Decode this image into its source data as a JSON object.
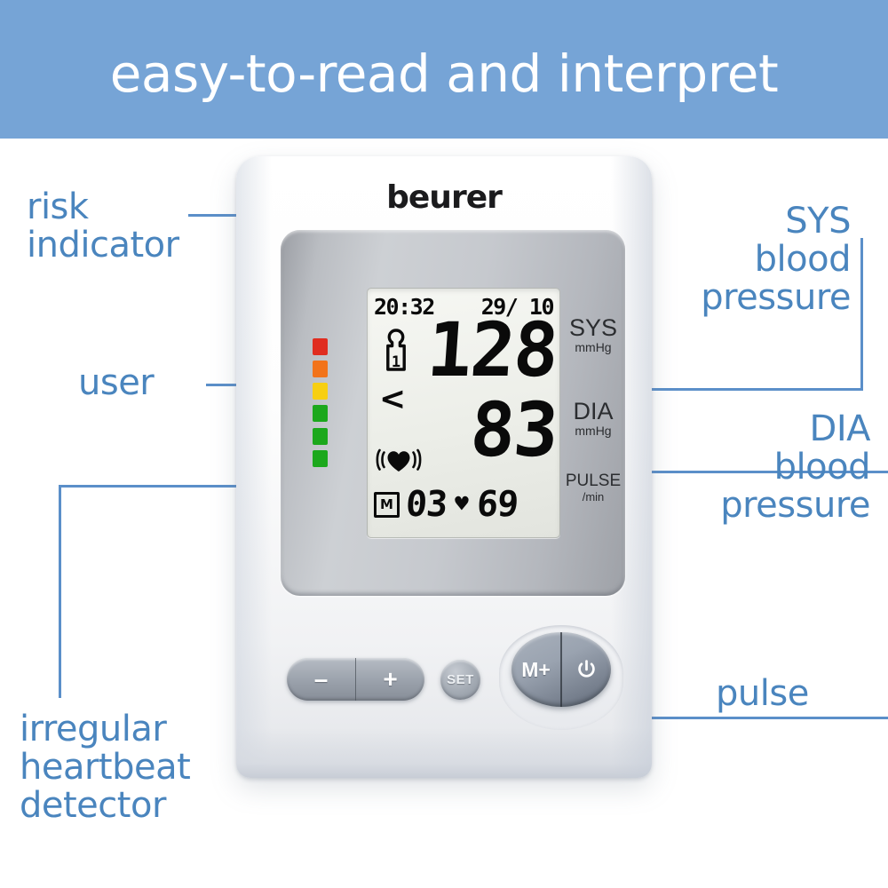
{
  "banner": {
    "headline": "easy-to-read and interpret",
    "background_color": "#76a4d6",
    "text_color": "#ffffff"
  },
  "accent_color": "#4a85be",
  "connector_color": "#5b8fc9",
  "annotations": {
    "risk_indicator": "risk\nindicator",
    "user": "user",
    "irregular_heartbeat": "irregular\nheartbeat\ndetector",
    "sys": "SYS\nblood\npressure",
    "dia": "DIA\nblood\npressure",
    "pulse": "pulse"
  },
  "device": {
    "brand": "beurer",
    "risk_indicator": {
      "segments": [
        {
          "name": "red",
          "color": "#e02d20"
        },
        {
          "name": "orange",
          "color": "#f2731a"
        },
        {
          "name": "yellow",
          "color": "#f7cf12"
        },
        {
          "name": "green1",
          "color": "#1ca81c"
        },
        {
          "name": "green2",
          "color": "#1ca81c"
        },
        {
          "name": "green3",
          "color": "#1ca81c"
        }
      ]
    },
    "lcd": {
      "time": "20:32",
      "date": "29/ 10",
      "sys_value": "128",
      "dia_value": "83",
      "user_icon": "user-person-icon",
      "user_number": "1",
      "risk_arrow": "<",
      "irregular_icon": "irregular-heartbeat-icon",
      "memory_badge": "M",
      "memory_number": "03",
      "pulse_heart": "♥",
      "pulse_value": "69"
    },
    "plate_labels": {
      "sys": "SYS",
      "sys_unit": "mmHg",
      "dia": "DIA",
      "dia_unit": "mmHg",
      "pulse": "PULSE",
      "pulse_unit": "/min"
    },
    "buttons": {
      "minus": "–",
      "plus": "+",
      "set": "SET",
      "memory": "M+",
      "power_icon": "power-icon"
    }
  }
}
